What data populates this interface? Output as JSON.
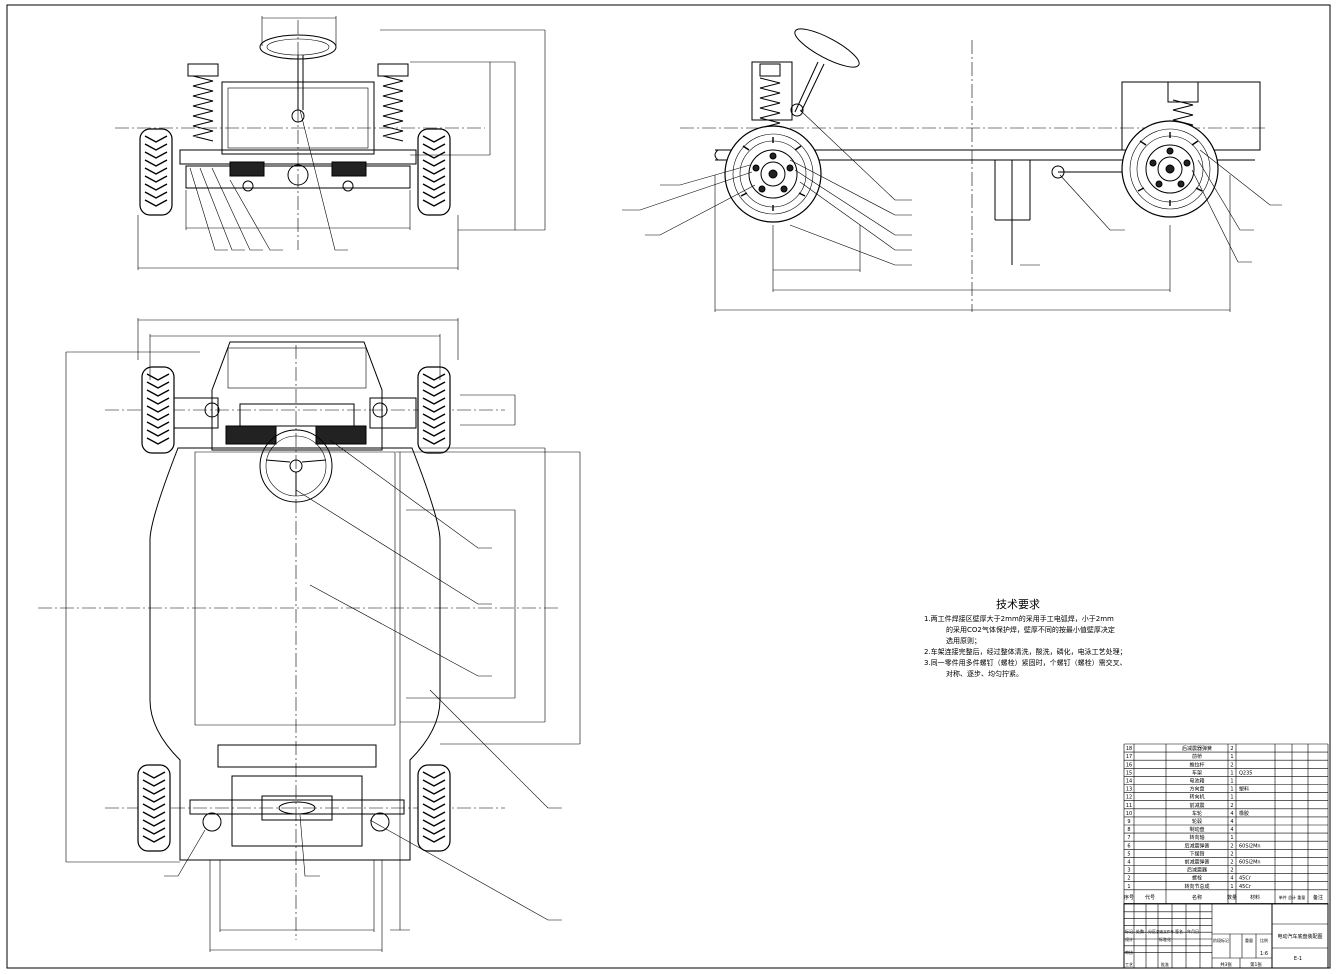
{
  "drawing": {
    "tech_requirements": {
      "title": "技术要求",
      "lines": [
        "1.两工件焊接区壁厚大于2mm的采用手工电弧焊，小于2mm",
        "的采用CO2气体保护焊，壁厚不同的按最小值壁厚决定",
        "选用原则；",
        "2.车架连接完整后，经过整体清洗，酸洗，磷化，电泳工艺处理；",
        "3.同一零件用多件螺钉（螺栓）紧固时，个螺钉（螺栓）需交叉、",
        "对称、逐步、均匀拧紧。"
      ]
    },
    "bom": {
      "rows": [
        {
          "no": "18",
          "name": "后减震器弹簧",
          "qty": "2",
          "material": ""
        },
        {
          "no": "17",
          "name": "前桥",
          "qty": "1",
          "material": ""
        },
        {
          "no": "16",
          "name": "推拉杆",
          "qty": "2",
          "material": ""
        },
        {
          "no": "15",
          "name": "车架",
          "qty": "1",
          "material": "Q235"
        },
        {
          "no": "14",
          "name": "电池箱",
          "qty": "1",
          "material": ""
        },
        {
          "no": "13",
          "name": "方向盘",
          "qty": "1",
          "material": "塑料"
        },
        {
          "no": "12",
          "name": "转向机",
          "qty": "1",
          "material": ""
        },
        {
          "no": "11",
          "name": "前减震",
          "qty": "2",
          "material": ""
        },
        {
          "no": "10",
          "name": "车轮",
          "qty": "4",
          "material": "橡胶"
        },
        {
          "no": "9",
          "name": "轮毂",
          "qty": "4",
          "material": ""
        },
        {
          "no": "8",
          "name": "制动盘",
          "qty": "4",
          "material": ""
        },
        {
          "no": "7",
          "name": "转向轴",
          "qty": "1",
          "material": ""
        },
        {
          "no": "6",
          "name": "后减震弹簧",
          "qty": "2",
          "material": "60Si2Mn"
        },
        {
          "no": "5",
          "name": "下摆臂",
          "qty": "2",
          "material": ""
        },
        {
          "no": "4",
          "name": "前减震弹簧",
          "qty": "2",
          "material": "60Si2Mn"
        },
        {
          "no": "3",
          "name": "后减震器",
          "qty": "2",
          "material": ""
        },
        {
          "no": "2",
          "name": "螺栓",
          "qty": "4",
          "material": "45Cr"
        },
        {
          "no": "1",
          "name": "转向节总成",
          "qty": "1",
          "material": "45Cr"
        }
      ],
      "header": {
        "no": "序号",
        "code": "代号",
        "name": "名称",
        "qty": "数量",
        "material": "材料",
        "weight": "单件 总计 重量",
        "remark": "备注"
      }
    },
    "title_block": {
      "drawing_title": "电动汽车底盘装配图",
      "drawing_number": "E-1",
      "scale_label": "比例",
      "scale": "1:6",
      "weight_label": "重量",
      "stage_label": "阶段标记",
      "sheets": "共3张",
      "sheet_no": "第1张",
      "design": "设计",
      "check": "审核",
      "process": "工艺",
      "standard": "标准化",
      "approve": "批准",
      "mark": "标记",
      "count": "处数",
      "zone": "分区",
      "change_no": "更改文件号",
      "signature": "签名",
      "date": "年月日"
    }
  }
}
